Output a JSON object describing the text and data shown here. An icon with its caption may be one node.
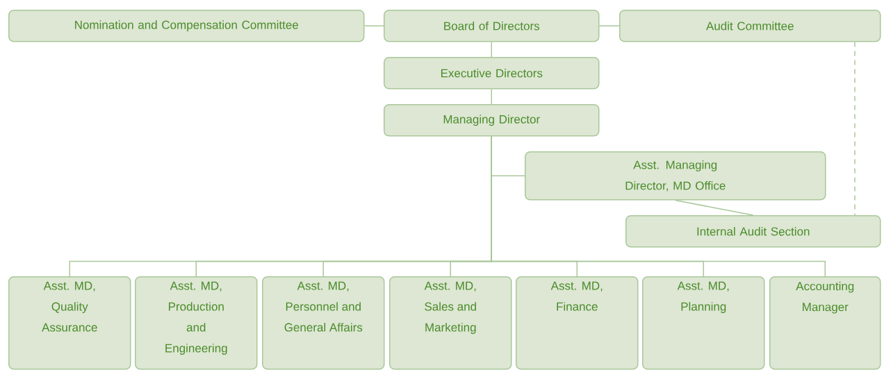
{
  "diagram": {
    "nodes": [
      {
        "text": [
          "Nomination and Compensation Committee"
        ]
      },
      {
        "text": [
          "Board of Directors"
        ]
      },
      {
        "text": [
          "Audit Committee"
        ]
      },
      {
        "text": [
          "Executive Directors"
        ]
      },
      {
        "text": [
          "Managing Director"
        ]
      },
      {
        "text": [
          "Asst. Managing Director, MD Office"
        ]
      },
      {
        "text": [
          "Internal Audit Section"
        ]
      },
      {
        "text": [
          "Asst. MD, Quality Assurance"
        ]
      },
      {
        "text": [
          "Asst. MD, Production and Engineering"
        ]
      },
      {
        "text": [
          "Asst. MD, Personnel and General Affairs"
        ]
      },
      {
        "text": [
          "Asst. MD, Sales and Marketing"
        ]
      },
      {
        "text": [
          "Asst. MD, Finance"
        ]
      },
      {
        "text": [
          "Asst. MD, Planning"
        ]
      },
      {
        "text": [
          "Accounting Manager"
        ]
      }
    ],
    "edges": [
      {
        "from": 0,
        "to": 1,
        "arrow": "none"
      },
      {
        "from": 1,
        "to": 2,
        "arrow": "none"
      },
      {
        "from": 1,
        "to": 3,
        "arrow": "none"
      },
      {
        "from": 3,
        "to": 4,
        "arrow": "none"
      },
      {
        "from": 4,
        "to": 5,
        "arrow": "none"
      },
      {
        "from": 5,
        "to": 6,
        "arrow": "none"
      },
      {
        "from": 2,
        "to": 6,
        "arrow": "none",
        "style": "dashed"
      },
      {
        "from": 4,
        "to": 7,
        "arrow": "none"
      },
      {
        "from": 4,
        "to": 8,
        "arrow": "none"
      },
      {
        "from": 4,
        "to": 9,
        "arrow": "none"
      },
      {
        "from": 4,
        "to": 10,
        "arrow": "none"
      },
      {
        "from": 4,
        "to": 11,
        "arrow": "none"
      },
      {
        "from": 4,
        "to": 12,
        "arrow": "none"
      },
      {
        "from": 4,
        "to": 13,
        "arrow": "none"
      }
    ]
  }
}
